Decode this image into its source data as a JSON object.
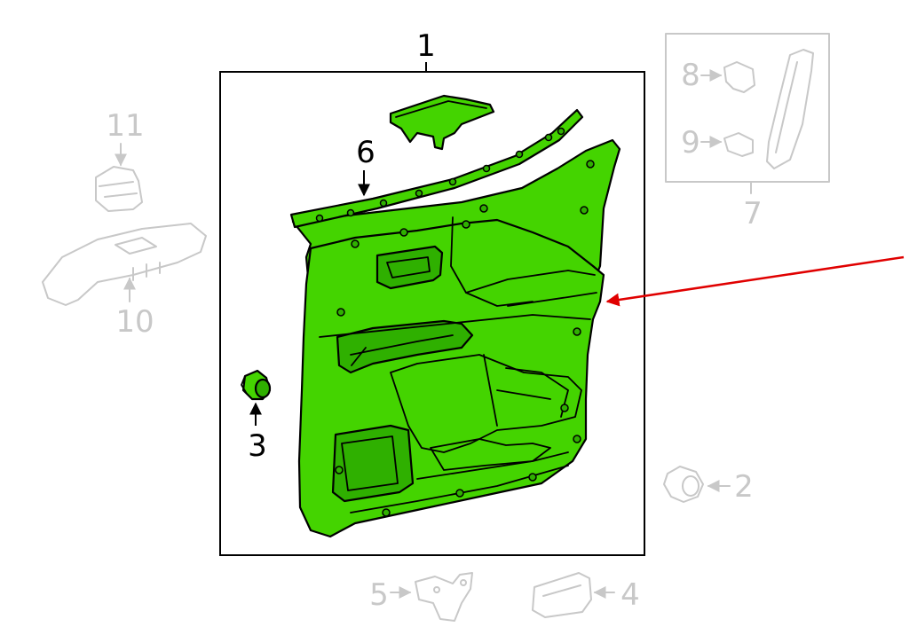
{
  "colors": {
    "highlight_fill": "#44d400",
    "highlight_fill_dark": "#2fb000",
    "ghost": "#c8c8c8",
    "pointer_arrow": "#e00000",
    "line": "#000000"
  },
  "callouts": {
    "c1": "1",
    "c2": "2",
    "c3": "3",
    "c4": "4",
    "c5": "5",
    "c6": "6",
    "c7": "7",
    "c8": "8",
    "c9": "9",
    "c10": "10",
    "c11": "11"
  }
}
